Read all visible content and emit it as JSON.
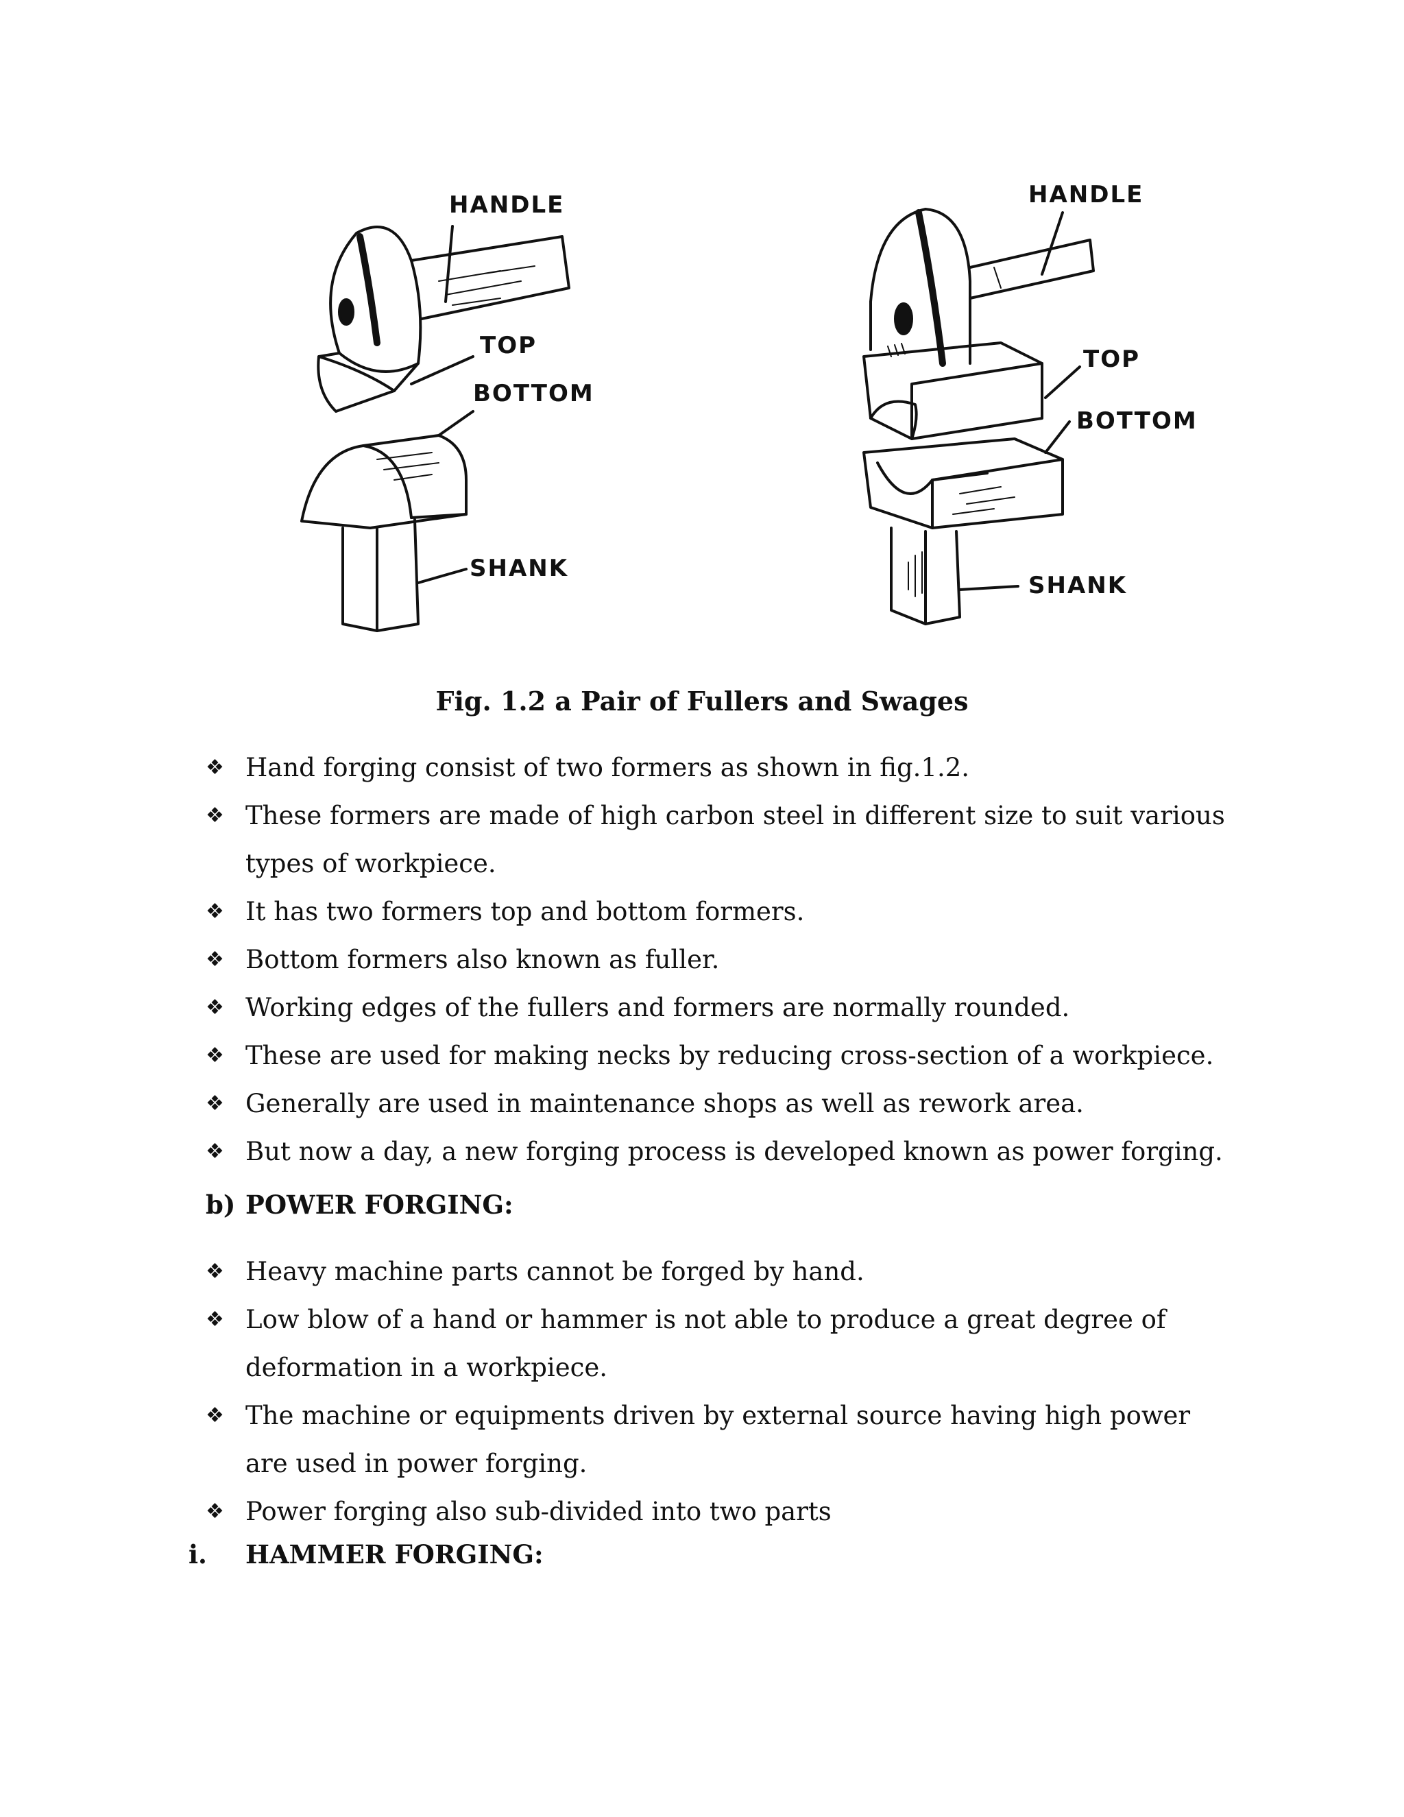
{
  "figure": {
    "left_labels": [
      "HANDLE",
      "TOP",
      "BOTTOM",
      "SHANK"
    ],
    "right_labels": [
      "HANDLE",
      "TOP",
      "BOTTOM",
      "SHANK"
    ],
    "caption": "Fig. 1.2 a Pair of Fullers and Swages"
  },
  "bullet_glyph": "❖",
  "list1": [
    "Hand forging consist of two formers as shown in fig.1.2.",
    "These formers are made of high carbon steel in different size to suit various types of workpiece.",
    "It has two formers top and bottom formers.",
    "Bottom formers also known as fuller.",
    "Working edges of the fullers and formers are normally rounded.",
    "These are used for making necks by reducing cross-section of a workpiece.",
    "Generally are used in maintenance shops as well as rework area.",
    "But now a day, a new forging process is developed known as power forging."
  ],
  "section_b": {
    "num": "b)",
    "title": "POWER FORGING:"
  },
  "list2": [
    "Heavy machine parts cannot be forged by hand.",
    "Low blow of a hand or hammer is not able to produce a great degree of deformation in a workpiece.",
    "The machine or equipments driven by external source having high power are used in power forging.",
    "Power forging also sub-divided into two parts"
  ],
  "section_i": {
    "num": "i.",
    "title": "HAMMER FORGING:"
  }
}
